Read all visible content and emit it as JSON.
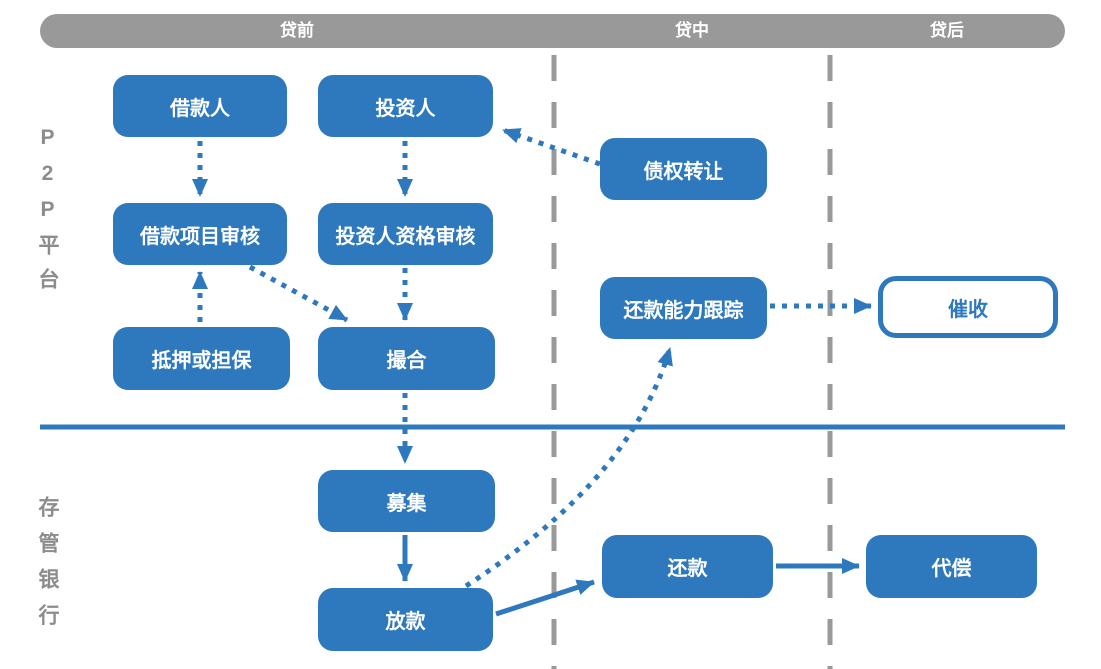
{
  "palette": {
    "blue": "#2E79BD",
    "gray": "#999999",
    "label_gray": "#8C8C8C",
    "white": "#FFFFFF"
  },
  "phase_bar": {
    "items": [
      "贷前",
      "贷中",
      "贷后"
    ]
  },
  "lane_labels": {
    "platform": "P2P平台",
    "bank": "存管银行"
  },
  "nodes": {
    "borrower": "借款人",
    "investor": "投资人",
    "debt_transfer": "债权转让",
    "loan_review": "借款项目审核",
    "investor_review": "投资人资格审核",
    "repay_tracking": "还款能力跟踪",
    "collection": "催收",
    "collateral": "抵押或担保",
    "matchmaking": "撮合",
    "fundraising": "募集",
    "disbursement": "放款",
    "repayment": "还款",
    "compensation": "代偿"
  },
  "edges": [
    {
      "from": "借款人",
      "to": "借款项目审核",
      "style": "dotted"
    },
    {
      "from": "投资人",
      "to": "投资人资格审核",
      "style": "dotted"
    },
    {
      "from": "债权转让",
      "to": "投资人",
      "style": "dotted"
    },
    {
      "from": "抵押或担保",
      "to": "借款项目审核",
      "style": "dotted"
    },
    {
      "from": "借款项目审核",
      "to": "撮合",
      "style": "dotted"
    },
    {
      "from": "投资人资格审核",
      "to": "撮合",
      "style": "dotted"
    },
    {
      "from": "撮合",
      "to": "募集",
      "style": "dotted"
    },
    {
      "from": "募集",
      "to": "放款",
      "style": "solid"
    },
    {
      "from": "放款",
      "to": "还款",
      "style": "solid"
    },
    {
      "from": "放款",
      "to": "还款能力跟踪",
      "style": "dotted"
    },
    {
      "from": "还款能力跟踪",
      "to": "催收",
      "style": "dotted"
    },
    {
      "from": "还款",
      "to": "代偿",
      "style": "solid"
    }
  ]
}
